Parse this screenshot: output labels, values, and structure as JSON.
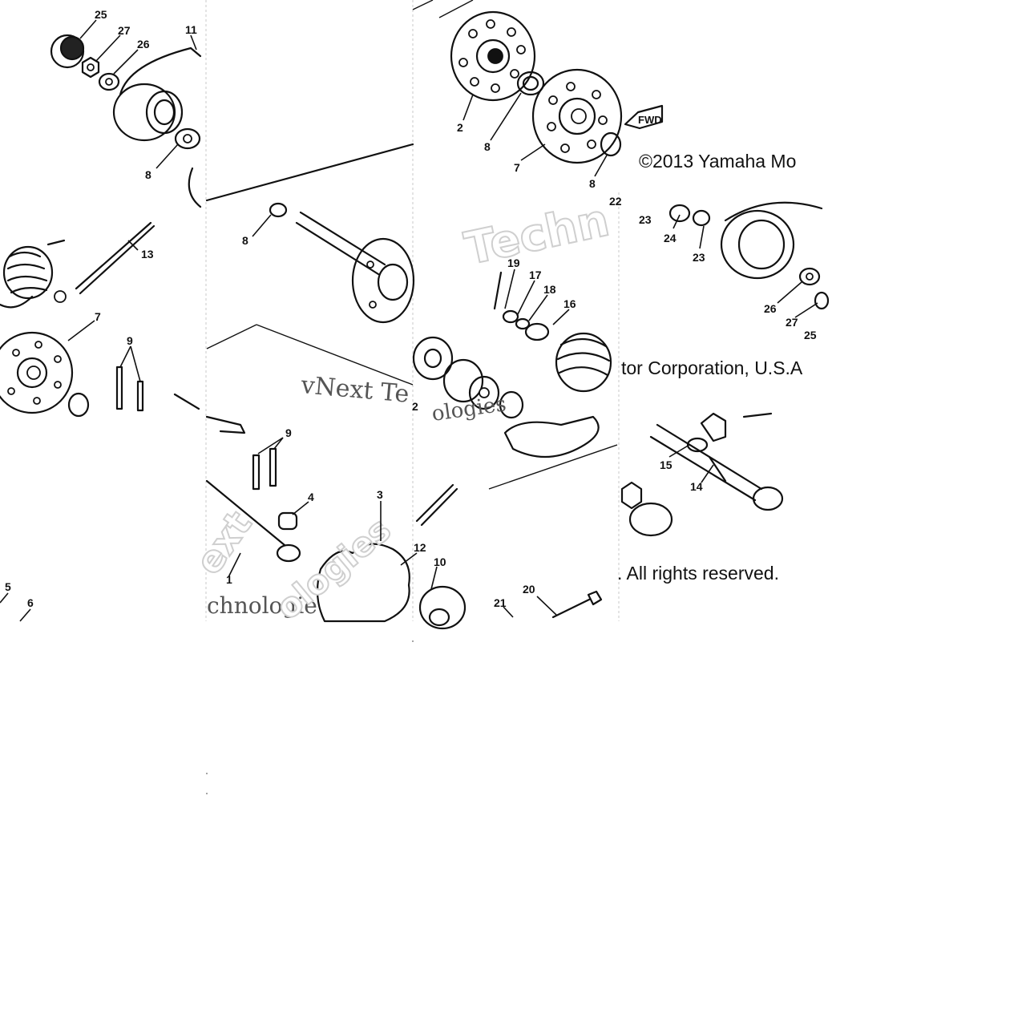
{
  "copyright": {
    "line1": "©2013 Yamaha Mo",
    "line2": "tor Corporation, U.S.A",
    "line3": ". All rights reserved."
  },
  "watermark": {
    "techn": "Techn",
    "vnext": "vNext Te",
    "ologies": "ologies",
    "next_rot": "ext",
    "chnologies": "chnologie",
    "ologies_rot": "ologies"
  },
  "fwd_label": "FWD",
  "callouts": {
    "c25a": "25",
    "c27a": "27",
    "c26a": "26",
    "c11": "11",
    "c8a": "8",
    "c2a": "2",
    "c8b": "8",
    "c7a": "7",
    "c8c": "8",
    "c13": "13",
    "c7b": "7",
    "c9a": "9",
    "c8d": "8",
    "c19": "19",
    "c17": "17",
    "c18": "18",
    "c16": "16",
    "c22": "22",
    "c23a": "23",
    "c24": "24",
    "c23b": "23",
    "c26b": "26",
    "c27b": "27",
    "c25b": "25",
    "c2b": "2",
    "c9b": "9",
    "c4": "4",
    "c3": "3",
    "c12": "12",
    "c10": "10",
    "c1": "1",
    "c15": "15",
    "c14": "14",
    "c5": "5",
    "c6": "6",
    "c20": "20",
    "c21": "21"
  }
}
